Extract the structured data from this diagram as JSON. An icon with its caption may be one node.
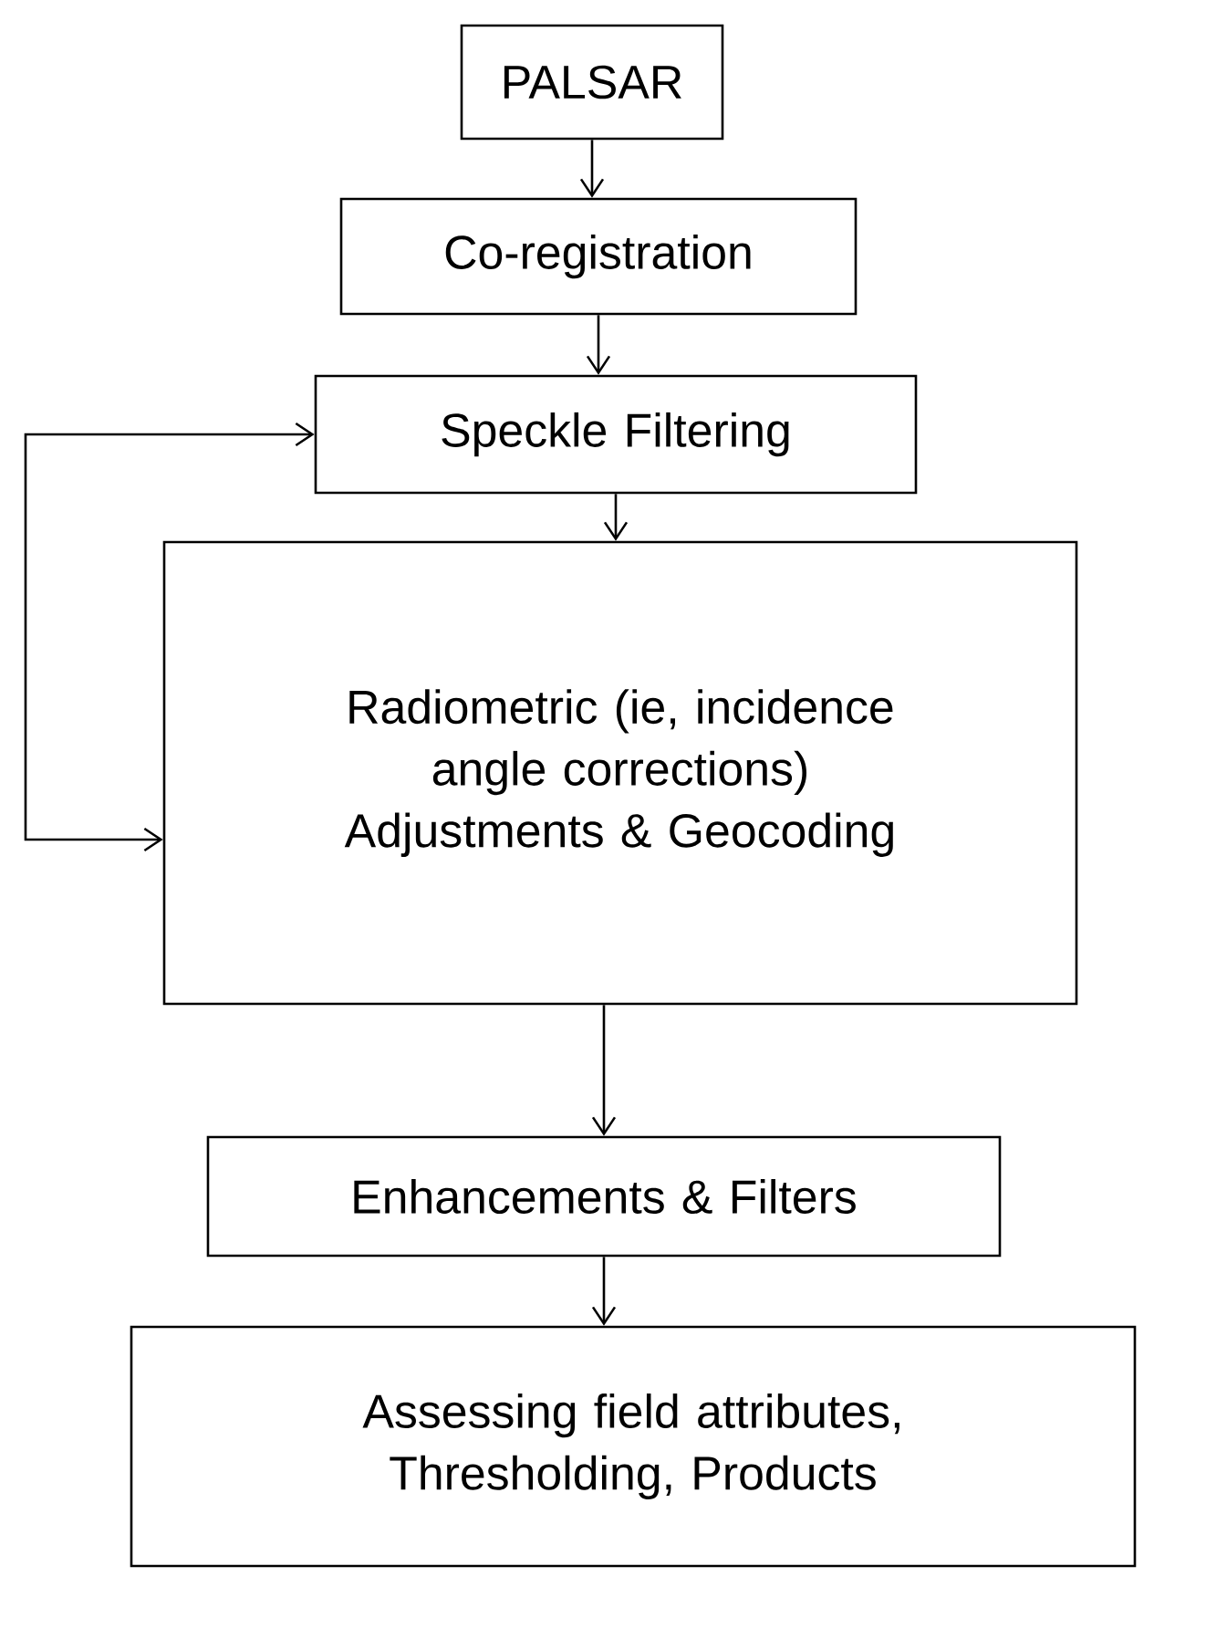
{
  "diagram": {
    "nodes": [
      {
        "text": [
          "PALSAR"
        ]
      },
      {
        "text": [
          "Co-registration"
        ]
      },
      {
        "text": [
          "Speckle Filtering"
        ]
      },
      {
        "text": [
          "Radiometric (ie, incidence angle corrections) Adjustments & Geocoding"
        ]
      },
      {
        "text": [
          "Enhancements & Filters"
        ]
      },
      {
        "text": [
          "Assessing field attributes, Thresholding, Products"
        ]
      }
    ],
    "edges": [
      {
        "from": 0,
        "to": 1,
        "arrow": "to"
      },
      {
        "from": 1,
        "to": 2,
        "arrow": "to"
      },
      {
        "from": 2,
        "to": 3,
        "arrow": "to"
      },
      {
        "from": 3,
        "to": 2,
        "arrow": "both"
      },
      {
        "from": 3,
        "to": 4,
        "arrow": "to"
      },
      {
        "from": 4,
        "to": 5,
        "arrow": "to"
      }
    ]
  }
}
